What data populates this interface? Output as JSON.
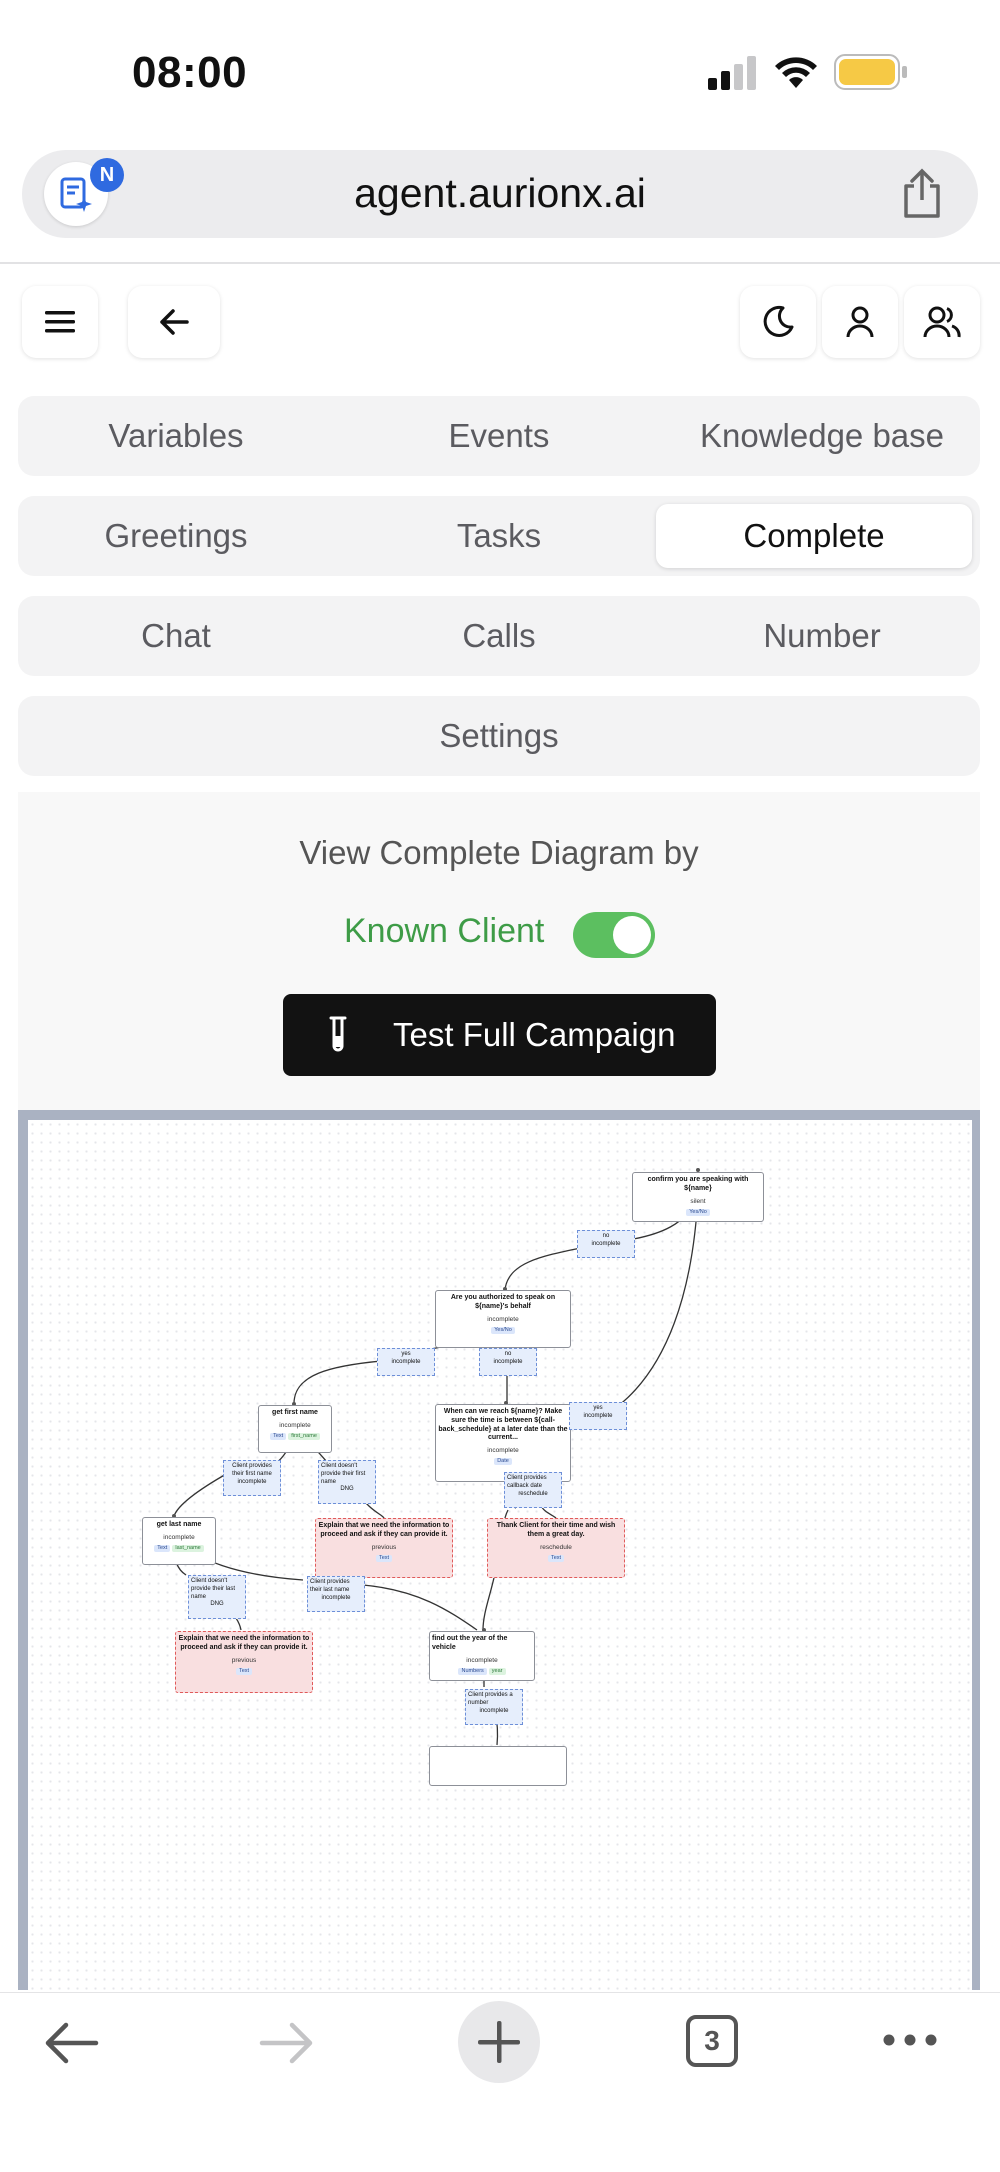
{
  "status": {
    "time": "08:00"
  },
  "browser": {
    "url": "agent.aurionx.ai",
    "extension_badge": "N",
    "tab_count": "3"
  },
  "tab_groups": [
    {
      "tabs": [
        "Variables",
        "Events",
        "Knowledge base"
      ],
      "active": -1
    },
    {
      "tabs": [
        "Greetings",
        "Tasks",
        "Complete"
      ],
      "active": 2
    },
    {
      "tabs": [
        "Chat",
        "Calls",
        "Number"
      ],
      "active": -1
    },
    {
      "tabs": [
        "Settings"
      ],
      "active": -1
    }
  ],
  "panel": {
    "view_label": "View Complete Diagram by",
    "toggle_label": "Known Client",
    "toggle_on": true,
    "test_button": "Test Full Campaign"
  },
  "colors": {
    "accent_green": "#3e9c47",
    "toggle_green": "#5cbf60",
    "button_dark": "#121212"
  },
  "diagram": {
    "nodes": {
      "confirm": {
        "title": "confirm you are speaking with ${name}",
        "status": "silent",
        "pills": [
          "Yes/No"
        ]
      },
      "authorized": {
        "title": "Are you authorized to speak on ${name}'s behalf",
        "status": "incomplete",
        "pills": [
          "Yes/No"
        ]
      },
      "first_name": {
        "title": "get first name",
        "status": "incomplete",
        "pills": [
          "Text",
          "first_name"
        ]
      },
      "callback": {
        "title": "When can we reach ${name}? Make sure the time is between ${call-back_schedule} at a later date than the current...",
        "status": "incomplete",
        "pills": [
          "Date"
        ]
      },
      "last_name": {
        "title": "get last name",
        "status": "incomplete",
        "pills": [
          "Text",
          "last_name"
        ]
      },
      "explain1": {
        "title": "Explain that we need the information to proceed and ask if they can provide it.",
        "status": "previous",
        "pills": [
          "Text"
        ]
      },
      "thank": {
        "title": "Thank Client for their time and wish them a great day.",
        "status": "reschedule",
        "pills": [
          "Text"
        ]
      },
      "explain2": {
        "title": "Explain that we need the information to proceed and ask if they can provide it.",
        "status": "previous",
        "pills": [
          "Text"
        ]
      },
      "vehicle": {
        "title": "find out the year of the vehicle",
        "status": "incomplete",
        "pills": [
          "Numbers",
          "year"
        ]
      }
    },
    "edges": {
      "no1": {
        "label": "no",
        "status": "incomplete"
      },
      "yes1": {
        "label": "yes",
        "status": "incomplete"
      },
      "no2": {
        "label": "no",
        "status": "incomplete"
      },
      "yes2": {
        "label": "yes",
        "status": "incomplete"
      },
      "provides_first": {
        "label": "Client provides their first name",
        "status": "incomplete"
      },
      "no_first": {
        "label": "Client doesn't provide their first name",
        "status": "DNG"
      },
      "callback_date": {
        "label": "Client provides callback date",
        "status": "reschedule"
      },
      "no_last": {
        "label": "Client doesn't provide their last name",
        "status": "DNG"
      },
      "provides_last": {
        "label": "Client provides their last name",
        "status": "incomplete"
      },
      "provides_number": {
        "label": "Client provides a number",
        "status": "incomplete"
      }
    }
  }
}
